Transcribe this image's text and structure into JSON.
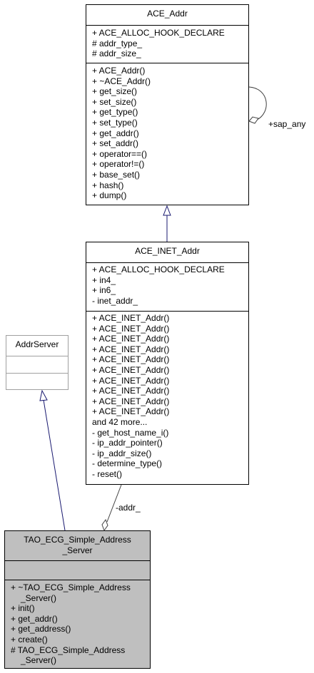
{
  "classes": {
    "ace_addr": {
      "name": "ACE_Addr",
      "attributes": [
        "+ ACE_ALLOC_HOOK_DECLARE",
        "# addr_type_",
        "# addr_size_"
      ],
      "methods": [
        "+ ACE_Addr()",
        "+ ~ACE_Addr()",
        "+ get_size()",
        "+ set_size()",
        "+ get_type()",
        "+ set_type()",
        "+ get_addr()",
        "+ set_addr()",
        "+ operator==()",
        "+ operator!=()",
        "+ base_set()",
        "+ hash()",
        "+ dump()"
      ]
    },
    "ace_inet_addr": {
      "name": "ACE_INET_Addr",
      "attributes": [
        "+ ACE_ALLOC_HOOK_DECLARE",
        "+ in4_",
        "+ in6_",
        "- inet_addr_"
      ],
      "methods": [
        "+ ACE_INET_Addr()",
        "+ ACE_INET_Addr()",
        "+ ACE_INET_Addr()",
        "+ ACE_INET_Addr()",
        "+ ACE_INET_Addr()",
        "+ ACE_INET_Addr()",
        "+ ACE_INET_Addr()",
        "+ ACE_INET_Addr()",
        "+ ACE_INET_Addr()",
        "+ ACE_INET_Addr()",
        "and 42 more...",
        "- get_host_name_i()",
        "- ip_addr_pointer()",
        "- ip_addr_size()",
        "- determine_type()",
        "- reset()"
      ]
    },
    "addr_server": {
      "name": "AddrServer",
      "attributes": [],
      "methods": []
    },
    "tao_ecg": {
      "name_lines": [
        "TAO_ECG_Simple_Address",
        "_Server"
      ],
      "attributes": [],
      "methods": [
        "+ ~TAO_ECG_Simple_Address",
        "_Server()",
        "+ init()",
        "+ get_addr()",
        "+ get_address()",
        "+ create()",
        "# TAO_ECG_Simple_Address",
        "_Server()"
      ]
    }
  },
  "edges": {
    "sap_any_label": "+sap_any",
    "addr_label": "-addr_"
  },
  "colors": {
    "inheritance": "#191970",
    "association": "#404040",
    "focus_fill": "#bfbfbf",
    "unlinked_border": "#a0a0a0"
  }
}
